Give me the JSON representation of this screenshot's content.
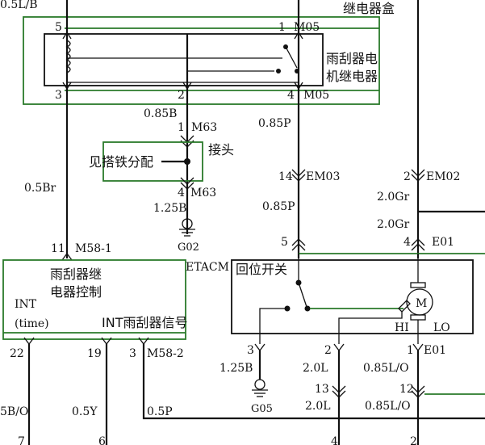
{
  "top": {
    "wire_top_left": "0.5L/B",
    "relay_box_label": "继电器盒",
    "wiper_relay_label_1": "雨刮器电",
    "wiper_relay_label_2": "机继电器",
    "pin_5": "5",
    "pin_1": "1",
    "pin_1_conn": "M05",
    "pin_3": "3",
    "pin_2": "2",
    "pin_4": "4",
    "pin_4_conn": "M05"
  },
  "middle": {
    "wire_085b": "0.85B",
    "wire_085p": "0.85P",
    "m63_pin_1": "1",
    "m63_conn_1": "M63",
    "joint_label": "接头",
    "ground_ref": "见搭铁分配",
    "m63_pin_4": "4",
    "m63_conn_4": "M63",
    "wire_125b": "1.25B",
    "ground_g02": "G02",
    "wire_05br": "0.5Br",
    "em03_pin": "14",
    "em03_conn": "EM03",
    "em02_pin": "2",
    "em02_conn": "EM02",
    "wire_20gr_1": "2.0Gr",
    "wire_20gr_2": "2.0Gr",
    "wire_085p_2": "0.85P"
  },
  "controller": {
    "m58_pin_11": "11",
    "m58_conn": "M58-1",
    "etacm": "ETACM",
    "title_1": "雨刮器继",
    "title_2": "电器控制",
    "int_label": "INT",
    "time_label": "(time)",
    "int_signal": "INT雨刮器信号",
    "pin_22": "22",
    "pin_19": "19",
    "pin_3": "3",
    "pin_3_conn": "M58-2"
  },
  "motor": {
    "return_switch": "回位开关",
    "motor_symbol": "M",
    "hi": "HI",
    "lo": "LO",
    "pin_5": "5",
    "pin_4": "4",
    "e01_top": "E01",
    "pin_3": "3",
    "pin_2": "2",
    "pin_1": "1",
    "e01_bottom": "E01",
    "wire_125b": "1.25B",
    "wire_20l": "2.0L",
    "wire_085lo": "0.85L/O",
    "ground_g05": "G05",
    "pin_13": "13",
    "pin_12": "12",
    "wire_20l_2": "2.0L",
    "wire_085lo_2": "0.85L/O"
  },
  "bottom": {
    "wire_5bo": "5B/O",
    "wire_05y": "0.5Y",
    "wire_05p": "0.5P",
    "pin_7": "7",
    "pin_6": "6",
    "pin_4b": "4",
    "pin_2b": "2"
  },
  "colors": {
    "green_box": "#2a7a2a",
    "wire": "#111111"
  }
}
